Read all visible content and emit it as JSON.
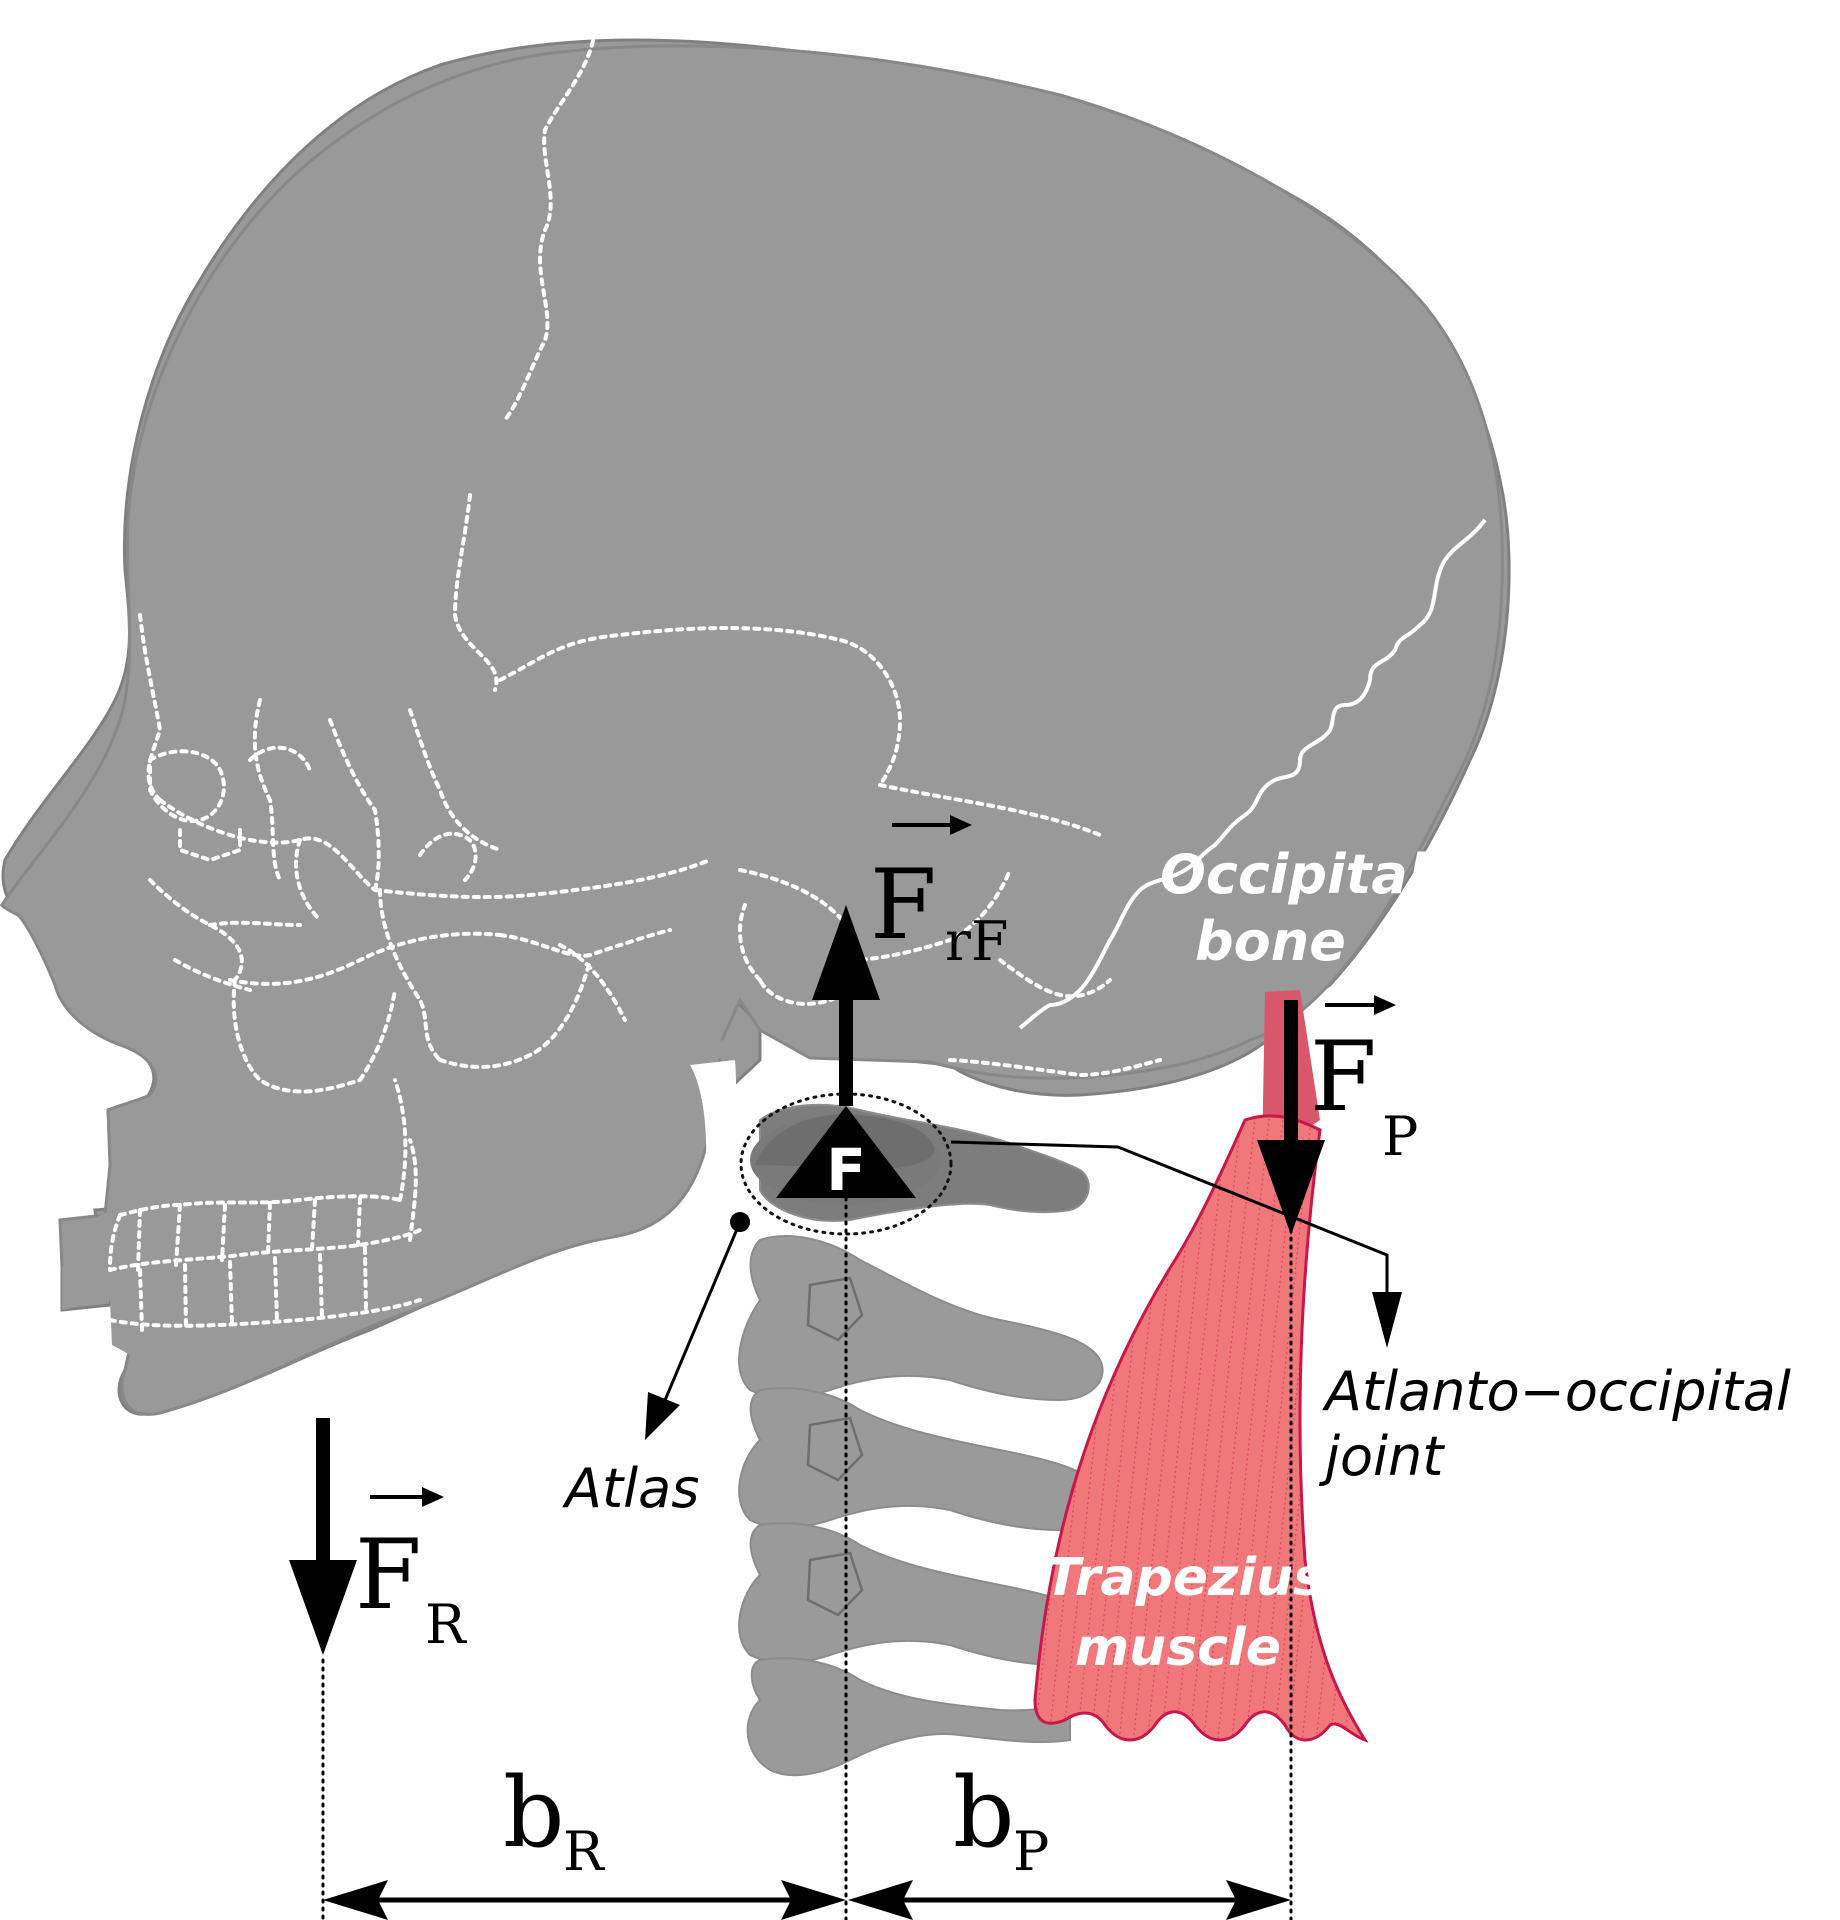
{
  "labels": {
    "force_rf": {
      "main": "F",
      "sub": "rF"
    },
    "force_p": {
      "main": "F",
      "sub": "P"
    },
    "force_r": {
      "main": "F",
      "sub": "R"
    },
    "fulcrum": "F",
    "occipital_bone": [
      "Occipital",
      "bone"
    ],
    "atlanto_occipital_joint": [
      "Atlanto−occipital",
      "joint"
    ],
    "atlas": "Atlas",
    "trapezius_muscle": [
      "Trapezius",
      "muscle"
    ],
    "lever_arm_r": {
      "main": "b",
      "sub": "R"
    },
    "lever_arm_p": {
      "main": "b",
      "sub": "P"
    }
  },
  "colors": {
    "skull": "#999999",
    "skull_outline": "#808080",
    "vertebra": "#9a9a9a",
    "joint_region": "#7a7a7a",
    "suture": "#ffffff",
    "muscle": "#f0787a",
    "muscle_dark": "#c8174a",
    "muscle_tendon": "#d9576a",
    "arrow": "#000000"
  }
}
